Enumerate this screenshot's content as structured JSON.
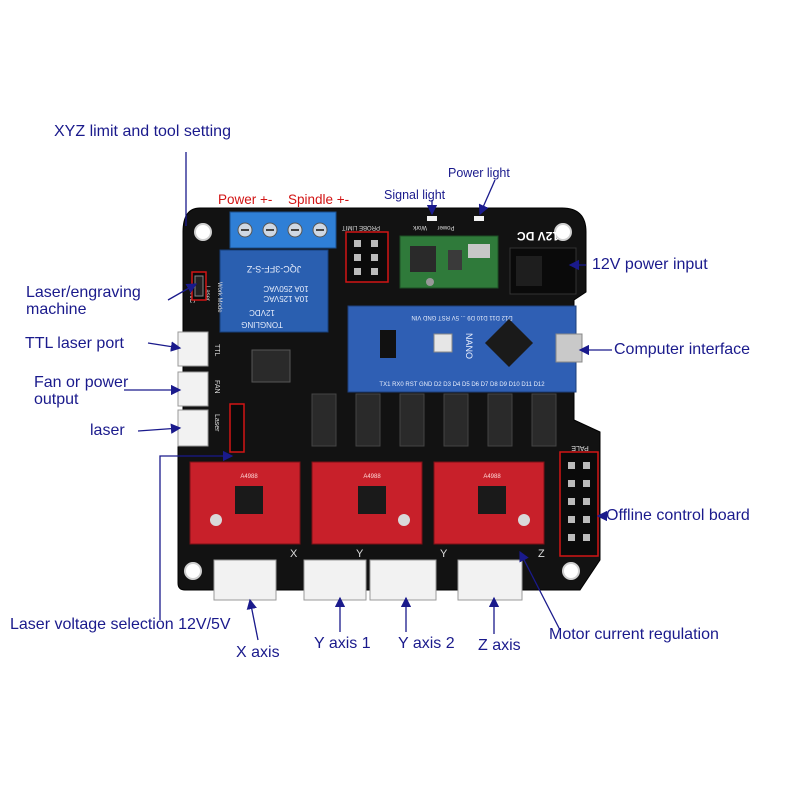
{
  "labels": {
    "xyz_limit": "XYZ limit and tool setting",
    "power_light": "Power light",
    "signal_light": "Signal light",
    "power_pm": "Power +-",
    "spindle_pm": "Spindle +-",
    "power_input_12v": "12V power input",
    "laser_engraving_1": "Laser/engraving",
    "laser_engraving_2": "machine",
    "ttl_laser_port": "TTL laser port",
    "fan_power_1": "Fan or power",
    "fan_power_2": "output",
    "laser": "laser",
    "computer_interface": "Computer interface",
    "offline_control": "Offline control board",
    "laser_voltage": "Laser voltage selection 12V/5V",
    "x_axis": "X axis",
    "y_axis_1": "Y axis 1",
    "y_axis_2": "Y axis 2",
    "z_axis": "Z axis",
    "motor_current": "Motor current regulation"
  },
  "board_text": {
    "dc": "12V DC",
    "relay_model": "JQC-3FF-S-Z",
    "relay_rating_1": "10A 250VAC",
    "relay_rating_2": "10A 125VAC",
    "relay_coil": "12VDC",
    "relay_brand": "TONGLING",
    "probe_limit": "PROBE  LIMIT",
    "work": "Work",
    "power": "Power",
    "cnc": "CNC",
    "laser_sel": "Laser",
    "work_mode": "Work Mode",
    "ttl": "TTL",
    "fan": "FAN",
    "laser_port": "Laser",
    "pale": "PALE",
    "nano_top": "D12 D11 D10 D9 ... 5V RST GND VIN",
    "nano_bottom": "TX1 RX0 RST GND D2 D3 D4 D5 D6 D7 D8 D9 D10 D11 D12",
    "nano_name": "NANO",
    "axis_x": "X",
    "axis_y1": "Y",
    "axis_y2": "Y",
    "axis_z": "Z",
    "driver_chip": "A4988"
  },
  "colors": {
    "label_blue": "#1a1a8c",
    "label_red": "#d21414",
    "board": "#121212",
    "driver_red": "#c8202a",
    "nano_blue": "#2f5fb4",
    "relay_blue": "#2a5fb0"
  }
}
